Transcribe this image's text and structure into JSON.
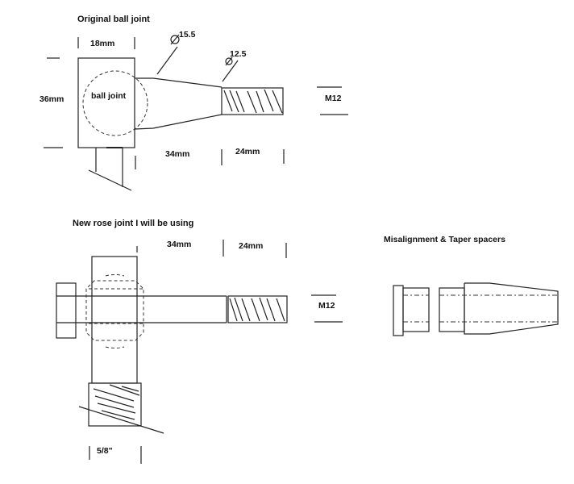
{
  "original": {
    "title": "Original ball joint",
    "width_label": "18mm",
    "height_label": "36mm",
    "ball_label": "ball joint",
    "taper_dia_1": "15.5",
    "taper_dia_2": "12.5",
    "taper_len": "34mm",
    "thread_len": "24mm",
    "thread_size": "M12"
  },
  "rose": {
    "title": "New rose joint I will be using",
    "shaft_len": "34mm",
    "thread_len": "24mm",
    "thread_size": "M12",
    "stud_size": "5/8\""
  },
  "spacers": {
    "title": "Misalignment & Taper spacers"
  }
}
